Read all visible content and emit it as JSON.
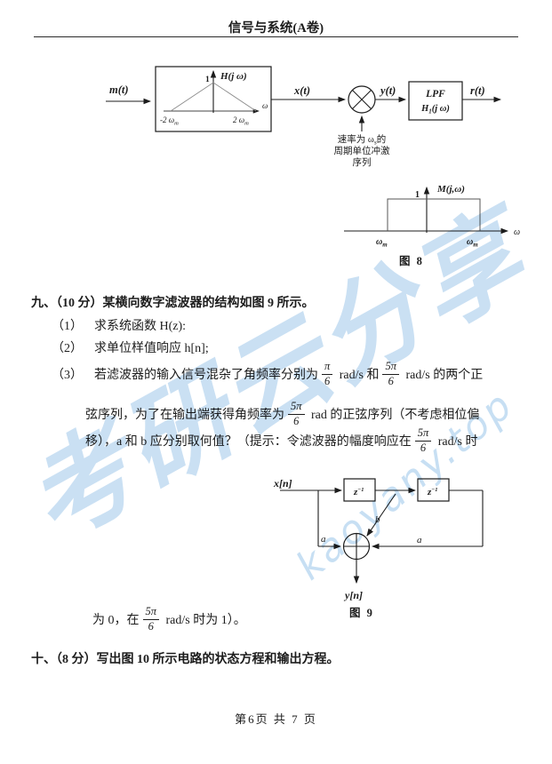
{
  "page": {
    "header_title": "信号与系统(A卷)",
    "footer": "第6页 共 7 页",
    "watermark_main": "考研云分享",
    "watermark_site": "kaoyany.top",
    "ink_color": "#1c1c1c",
    "watermark_color": "#8fc0e8"
  },
  "fig8": {
    "input_label": "m(t)",
    "filter": {
      "title": "H(j ω)",
      "peak_label": "1",
      "tick_left_base": "-2 ω",
      "tick_left_sub": "m",
      "tick_right_base": "2 ω",
      "tick_right_sub": "m",
      "axis_label": "ω"
    },
    "x_label": "x(t)",
    "y_label": "y(t)",
    "lpf_line1": "LPF",
    "lpf_line2_base": "H",
    "lpf_line2_sub": "1",
    "lpf_line2_rest": "(j ω)",
    "output_label": "r(t)",
    "sampler_l1a": "速率为 ω",
    "sampler_l1_sub": "s",
    "sampler_l1b": "的",
    "sampler_l2": "周期单位冲激",
    "sampler_l3": "序列",
    "spectrum": {
      "title": "M(j,ω)",
      "peak_label": "1",
      "tick_left_base": "ω",
      "tick_left_sub": "m",
      "tick_right_base": "ω",
      "tick_right_sub": "m",
      "axis_label": "ω",
      "caption": "图 8"
    }
  },
  "q9": {
    "heading": "九、（10 分）某横向数字滤波器的结构如图 9 所示。",
    "item1_no": "（1）",
    "item1_text": "求系统函数 H(z):",
    "item2_no": "（2）",
    "item2_text": "求单位样值响应 h[n];",
    "item3_no": "（3）",
    "item3_t1": "若滤波器的输入信号混杂了角频率分别为",
    "item3_f1_num": "π",
    "item3_f1_den": "6",
    "item3_t2": " rad/s 和",
    "item3_f2_num": "5π",
    "item3_f2_den": "6",
    "item3_t3": " rad/s 的两个正",
    "item3_t4": "弦序列，为了在输出端获得角频率为",
    "item3_f3_num": "5π",
    "item3_f3_den": "6",
    "item3_t5": " rad 的正弦序列（不考虑相位偏",
    "item3_t6": "移），a 和 b 应分别取何值？（提示：令滤波器的幅度响应在",
    "item3_f4_num": "5π",
    "item3_f4_den": "6",
    "item3_t7": " rad/s 时",
    "hint_t1": "为 0，在",
    "hint_f_num": "5π",
    "hint_f_den": "6",
    "hint_t2": " rad/s 时为 1）。"
  },
  "fig9": {
    "input_label": "x[n]",
    "delay1_base": "z",
    "delay1_sup": "−1",
    "delay2_base": "z",
    "delay2_sup": "−1",
    "coef_b": "b",
    "coef_a_left": "a",
    "coef_a_right": "a",
    "output_label": "y[n]",
    "caption": "图 9"
  },
  "q10": {
    "heading": "十、（8 分）写出图 10 所示电路的状态方程和输出方程。"
  }
}
